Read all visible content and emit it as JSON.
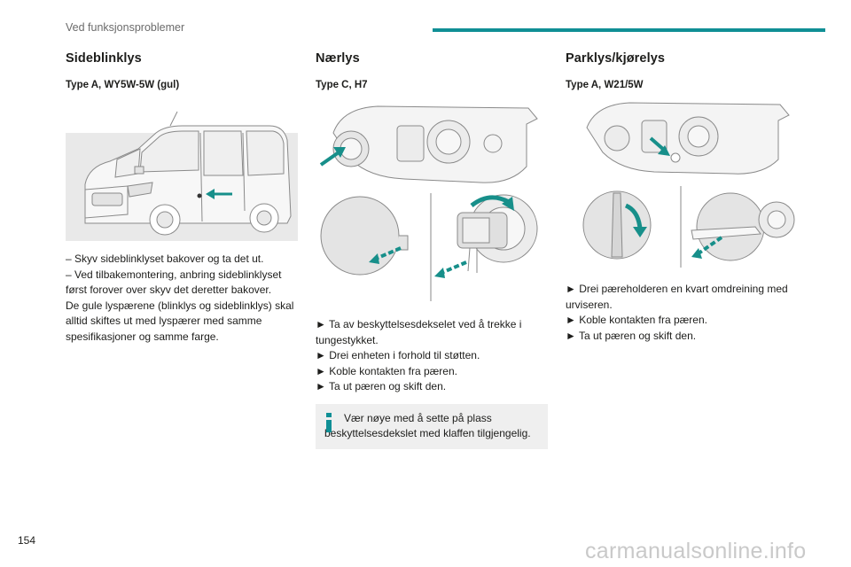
{
  "header": {
    "section_title": "Ved funksjonsproblemer"
  },
  "page_number": "154",
  "watermark": "carmanualsonline.info",
  "colors": {
    "accent": "#0f8f95",
    "arrow": "#178f8a",
    "note_bg": "#efefef"
  },
  "columns": [
    {
      "title": "Sideblinklys",
      "type": "Type A, WY5W-5W (gul)",
      "lines": [
        "– Skyv sideblinklyset bakover og ta det ut.",
        "– Ved tilbakemontering, anbring sideblinklyset først forover over skyv det deretter bakover.",
        "De gule lyspærene (blinklys og sideblinklys) skal alltid skiftes ut med lyspærer med samme spesifikasjoner og samme farge."
      ]
    },
    {
      "title": "Nærlys",
      "type": "Type C, H7",
      "lines": [
        "► Ta av beskyttelsesdekselet ved å trekke i tungestykket.",
        "► Drei enheten i forhold til støtten.",
        "► Koble kontakten fra pæren.",
        "► Ta ut pæren og skift den."
      ],
      "note": "Vær nøye med å sette på plass beskyttelsesdekslet med klaffen tilgjengelig.",
      "note_icon": "info-icon"
    },
    {
      "title": "Parklys/kjørelys",
      "type": "Type A, W21/5W",
      "lines": [
        "► Drei pæreholderen en kvart omdreining med urviseren.",
        "► Koble kontakten fra pæren.",
        "► Ta ut pæren og skift den."
      ]
    }
  ]
}
